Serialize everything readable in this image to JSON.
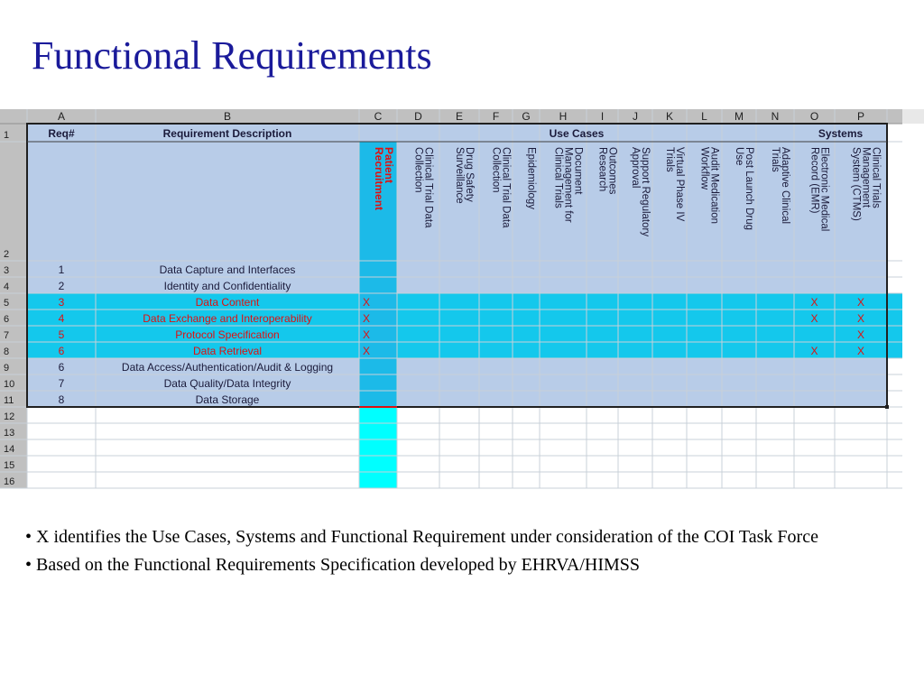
{
  "slide": {
    "title": "Functional Requirements",
    "bullets": [
      "X identifies the Use Cases, Systems and Functional Requirement under consideration of the COI Task Force",
      "Based on the Functional Requirements Specification developed  by EHRVA/HIMSS"
    ]
  },
  "sheet": {
    "columns": [
      "A",
      "B",
      "C",
      "D",
      "E",
      "F",
      "G",
      "H",
      "I",
      "J",
      "K",
      "L",
      "M",
      "N",
      "O",
      "P"
    ],
    "row_numbers": [
      "1",
      "2",
      "3",
      "4",
      "5",
      "6",
      "7",
      "8",
      "9",
      "10",
      "11",
      "12",
      "13",
      "14",
      "15",
      "16"
    ],
    "header": {
      "req": "Req#",
      "description": "Requirement Description",
      "use_cases": "Use Cases",
      "systems": "Systems"
    },
    "use_case_headers": [
      [
        "Patient",
        "Recruitment"
      ],
      [
        "Clinical Trial Data",
        "Collection"
      ],
      [
        "Drug Safety",
        "Surveillance"
      ],
      [
        "Clinical Trial Data",
        "Collection"
      ],
      [
        "Epidemiology"
      ],
      [
        "Document",
        "Management for",
        "Clinical Trials"
      ],
      [
        "Outcomes",
        "Research"
      ],
      [
        "Support Regulatory",
        "Approval"
      ],
      [
        "Virtual Phase IV",
        "Trials"
      ],
      [
        "Audit Medication",
        "Workflow"
      ],
      [
        "Post Launch Drug",
        "Use"
      ],
      [
        "Adaptive Clinical",
        "Trials"
      ],
      [
        "Electronic Medical",
        "Record (EMR)"
      ],
      [
        "Clinical Trials",
        "Management",
        "System (CTMS)"
      ]
    ],
    "rows": [
      {
        "req": "1",
        "desc": "Data Capture and Interfaces",
        "highlight": false,
        "marks": {}
      },
      {
        "req": "2",
        "desc": "Identity and Confidentiality",
        "highlight": false,
        "marks": {}
      },
      {
        "req": "3",
        "desc": "Data Content",
        "highlight": true,
        "marks": {
          "C": "X",
          "O": "X",
          "P": "X"
        }
      },
      {
        "req": "4",
        "desc": "Data Exchange and Interoperability",
        "highlight": true,
        "marks": {
          "C": "X",
          "O": "X",
          "P": "X"
        }
      },
      {
        "req": "5",
        "desc": "Protocol Specification",
        "highlight": true,
        "marks": {
          "C": "X",
          "P": "X"
        }
      },
      {
        "req": "6",
        "desc": "Data Retrieval",
        "highlight": true,
        "marks": {
          "C": "X",
          "O": "X",
          "P": "X"
        }
      },
      {
        "req": "6",
        "desc": "Data Access/Authentication/Audit & Logging",
        "highlight": false,
        "marks": {}
      },
      {
        "req": "7",
        "desc": "Data Quality/Data Integrity",
        "highlight": false,
        "marks": {}
      },
      {
        "req": "8",
        "desc": "Data Storage",
        "highlight": false,
        "marks": {}
      }
    ],
    "colors": {
      "header_fill": "#c0c0c0",
      "table_fill": "#b8cce8",
      "highlight_fill": "#14c8ec",
      "column_c_fill": "#1cbae8",
      "cyan_fill": "#00ffff",
      "highlight_text": "#e01010",
      "text": "#1a1a3a"
    }
  }
}
